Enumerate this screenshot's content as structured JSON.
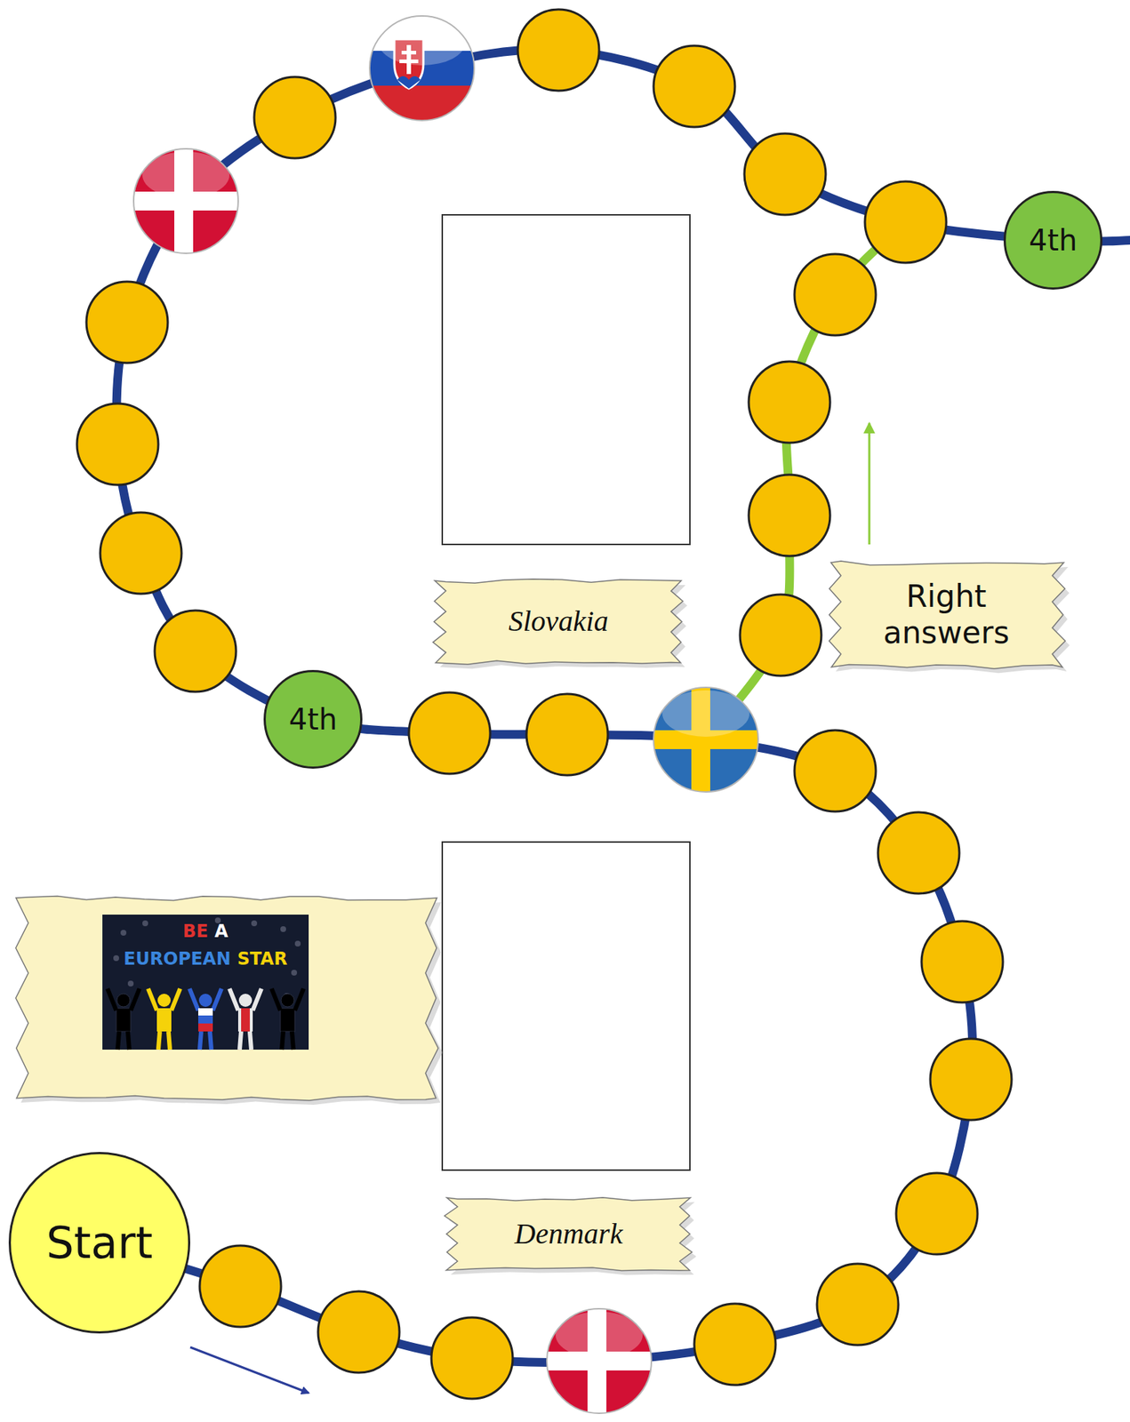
{
  "diagram": {
    "nodes": [
      {
        "text": [
          "4th"
        ]
      },
      {
        "text": [
          "Slovakia"
        ]
      },
      {
        "text": [
          "Right answers"
        ]
      },
      {
        "text": [
          "4th"
        ]
      },
      {
        "text": [
          "Denmark"
        ]
      },
      {
        "text": [
          "Start"
        ]
      }
    ],
    "labels": [
      "BE",
      "A",
      "EUROPEAN",
      "STAR"
    ]
  }
}
